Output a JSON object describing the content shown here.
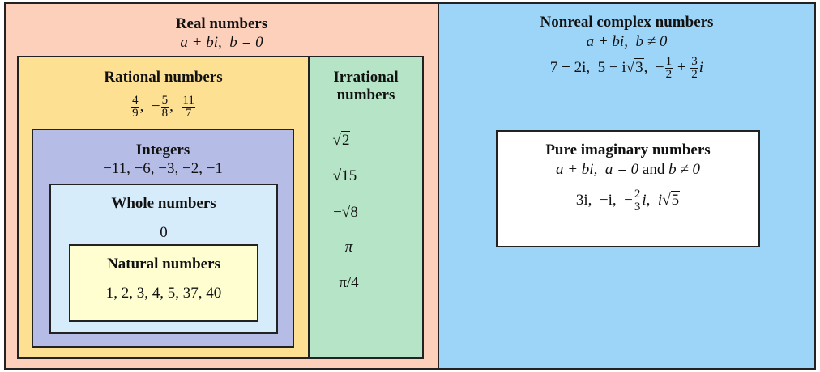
{
  "real": {
    "title": "Real numbers",
    "condition_lhs": "a + bi,",
    "condition_rhs": "b = 0",
    "color": "#fdd0bb"
  },
  "rational": {
    "title": "Rational numbers",
    "examples": [
      {
        "sign": "",
        "n": "4",
        "d": "9"
      },
      {
        "sign": "−",
        "n": "5",
        "d": "8"
      },
      {
        "sign": "",
        "n": "11",
        "d": "7"
      }
    ],
    "color": "#fde092"
  },
  "irrational": {
    "title_line1": "Irrational",
    "title_line2": "numbers",
    "examples": [
      "√2",
      "√15",
      "−√8",
      "π",
      "π/4"
    ],
    "sqrt2": "2",
    "sqrt15": "15",
    "neg_sqrt8": "8",
    "pi": "π",
    "pi_over_4_n": "π",
    "pi_over_4_d": "4",
    "color": "#b5e4c6"
  },
  "integers": {
    "title": "Integers",
    "examples": "−11,  −6,  −3,  −2,  −1",
    "color": "#b5bde6"
  },
  "whole": {
    "title": "Whole numbers",
    "examples": "0",
    "color": "#d6ecfb"
  },
  "natural": {
    "title": "Natural numbers",
    "examples": "1, 2, 3, 4, 5, 37, 40",
    "color": "#fefed0"
  },
  "complex": {
    "title": "Nonreal complex numbers",
    "condition_lhs": "a + bi,",
    "condition_rhs": "b ≠ 0",
    "ex1": "7 + 2i,",
    "ex2_prefix": "5 − i",
    "ex2_rad": "3",
    "f1_n": "1",
    "f1_d": "2",
    "f2_n": "3",
    "f2_d": "2",
    "color": "#9dd5f8"
  },
  "pure_imaginary": {
    "title": "Pure imaginary numbers",
    "condition_lhs": "a + bi,",
    "condition_a": "a = 0",
    "condition_and": "and",
    "condition_b": "b ≠ 0",
    "ex1": "3i,",
    "ex2": "−i,",
    "f_n": "2",
    "f_d": "3",
    "ex4_rad": "5",
    "color": "#ffffff"
  }
}
